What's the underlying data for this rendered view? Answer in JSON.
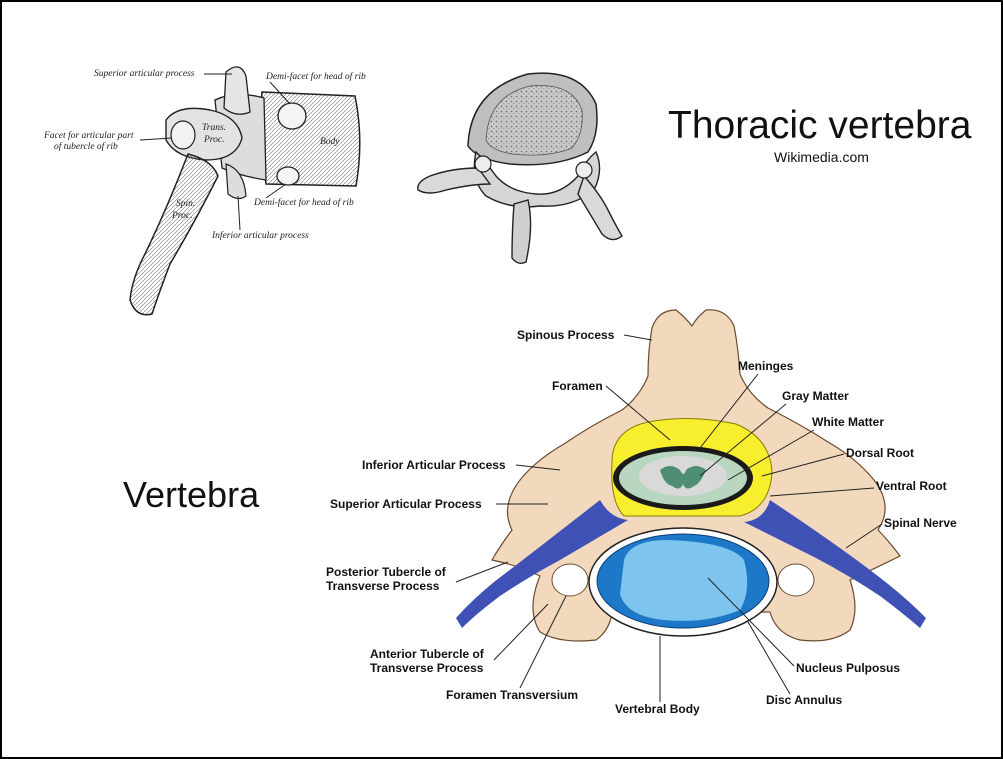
{
  "slide": {
    "title": "Thoracic vertebra",
    "credit": "Wikimedia.com",
    "subtitle": "Vertebra"
  },
  "lateral_drawing": {
    "labels": {
      "superior_articular": "Superior articular process",
      "demi_facet_top": "Demi-facet for head of rib",
      "facet_line1": "Facet for articular part",
      "facet_line2": "of tubercle of rib",
      "trans_line1": "Trans.",
      "trans_line2": "Proc.",
      "body": "Body",
      "spin_line1": "Spin.",
      "spin_line2": "Proc.",
      "demi_facet_bottom": "Demi-facet for head of rib",
      "inferior_articular": "Inferior articular process"
    }
  },
  "cross_section": {
    "labels": {
      "spinous_process": "Spinous Process",
      "meninges": "Meninges",
      "foramen": "Foramen",
      "gray_matter": "Gray Matter",
      "white_matter": "White Matter",
      "dorsal_root": "Dorsal Root",
      "inferior_articular": "Inferior Articular Process",
      "ventral_root": "Ventral Root",
      "superior_articular": "Superior Articular Process",
      "spinal_nerve": "Spinal Nerve",
      "posterior_tubercle_line1": "Posterior Tubercle of",
      "posterior_tubercle_line2": "Transverse Process",
      "anterior_tubercle_line1": "Anterior Tubercle of",
      "anterior_tubercle_line2": "Transverse Process",
      "nucleus_pulposus": "Nucleus Pulposus",
      "foramen_transversium": "Foramen Transversium",
      "vertebral_body": "Vertebral Body",
      "disc_annulus": "Disc Annulus"
    },
    "colors": {
      "bone": "#f2d9bd",
      "foramen": "#f7ee2e",
      "nerve": "#3f51b5",
      "disc": "#1e78c8",
      "nucleus": "#7dc4ee",
      "cord_white": "#b9d7c0",
      "cord_gray": "#4e8f73"
    }
  }
}
